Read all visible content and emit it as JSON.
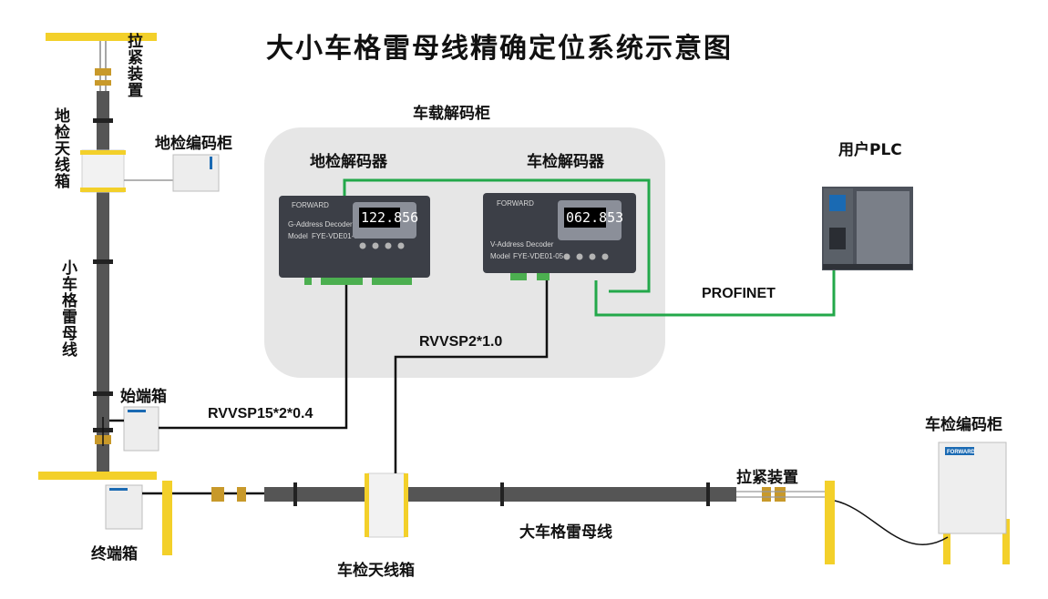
{
  "title": "大小车格雷母线精确定位系统示意图",
  "labels": {
    "vehicle_cabinet": "车载解码柜",
    "ground_decoder": "地检解码器",
    "vehicle_decoder": "车检解码器",
    "user_plc": "用户PLC",
    "ground_encoder_cabinet": "地检编码柜",
    "ground_antenna_box": "地检天线箱",
    "tension_device_top": "拉紧装置",
    "small_car_busbar": "小车格雷母线",
    "start_box": "始端箱",
    "end_box": "终端箱",
    "vehicle_antenna_box": "车检天线箱",
    "big_car_busbar": "大车格雷母线",
    "tension_device_right": "拉紧装置",
    "vehicle_encoder_cabinet": "车检编码柜"
  },
  "cables": {
    "profinet": "PROFINET",
    "rvvsp2": "RVVSP2*1.0",
    "rvvsp15": "RVVSP15*2*0.4"
  },
  "devices": {
    "ground_decoder": {
      "brand": "FORWARD",
      "name": "G-Address Decoder",
      "model_label": "Model",
      "model": "FYE-VDE01-05",
      "display": "122.856"
    },
    "vehicle_decoder": {
      "brand": "FORWARD",
      "name": "V-Address Decoder",
      "model_label": "Model",
      "model": "FYE-VDE01-05",
      "display": "062.853"
    },
    "encoder_cabinet_brand": "FORWARD"
  },
  "colors": {
    "green_cable": "#23a84a",
    "yellow_post": "#f3d02a",
    "busbar": "#555555",
    "decoder_body": "#3c3f47",
    "panel_bg": "#e6e6e6"
  }
}
